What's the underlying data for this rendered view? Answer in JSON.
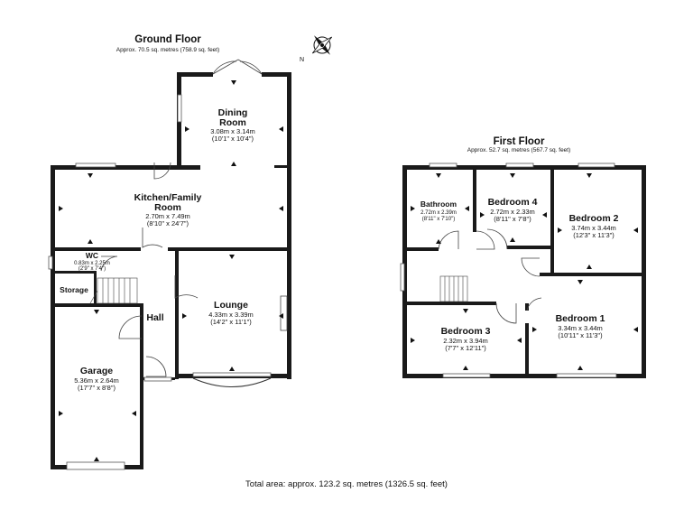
{
  "ground_floor": {
    "title": "Ground Floor",
    "area": "Approx. 70.5 sq. metres (758.9 sq. feet)",
    "rooms": {
      "dining": {
        "name_1": "Dining",
        "name_2": "Room",
        "dim_m": "3.08m x 3.14m",
        "dim_ft": "(10'1\" x 10'4\")"
      },
      "kitchen": {
        "name_1": "Kitchen/Family",
        "name_2": "Room",
        "dim_m": "2.70m x 7.49m",
        "dim_ft": "(8'10\" x 24'7\")"
      },
      "wc": {
        "name": "WC",
        "dim_m": "0.83m x 2.25m",
        "dim_ft": "(2'9\" x 7'4\")"
      },
      "storage": {
        "name": "Storage"
      },
      "hall": {
        "name": "Hall"
      },
      "lounge": {
        "name": "Lounge",
        "dim_m": "4.33m x 3.39m",
        "dim_ft": "(14'2\" x 11'1\")"
      },
      "garage": {
        "name": "Garage",
        "dim_m": "5.36m x 2.64m",
        "dim_ft": "(17'7\" x 8'8\")"
      }
    }
  },
  "first_floor": {
    "title": "First Floor",
    "area": "Approx. 52.7 sq. metres (567.7 sq. feet)",
    "rooms": {
      "bathroom": {
        "name": "Bathroom",
        "dim_m": "2.72m x 2.39m",
        "dim_ft": "(8'11\" x 7'10\")"
      },
      "bedroom4": {
        "name": "Bedroom 4",
        "dim_m": "2.72m x 2.33m",
        "dim_ft": "(8'11\" x 7'8\")"
      },
      "bedroom2": {
        "name": "Bedroom 2",
        "dim_m": "3.74m x 3.44m",
        "dim_ft": "(12'3\" x 11'3\")"
      },
      "bedroom3": {
        "name": "Bedroom 3",
        "dim_m": "2.32m x 3.94m",
        "dim_ft": "(7'7\" x 12'11\")"
      },
      "bedroom1": {
        "name": "Bedroom 1",
        "dim_m": "3.34m x 3.44m",
        "dim_ft": "(10'11\" x 11'3\")"
      }
    }
  },
  "compass_label": "N",
  "total_area": "Total area: approx. 123.2 sq. metres (1326.5 sq. feet)"
}
